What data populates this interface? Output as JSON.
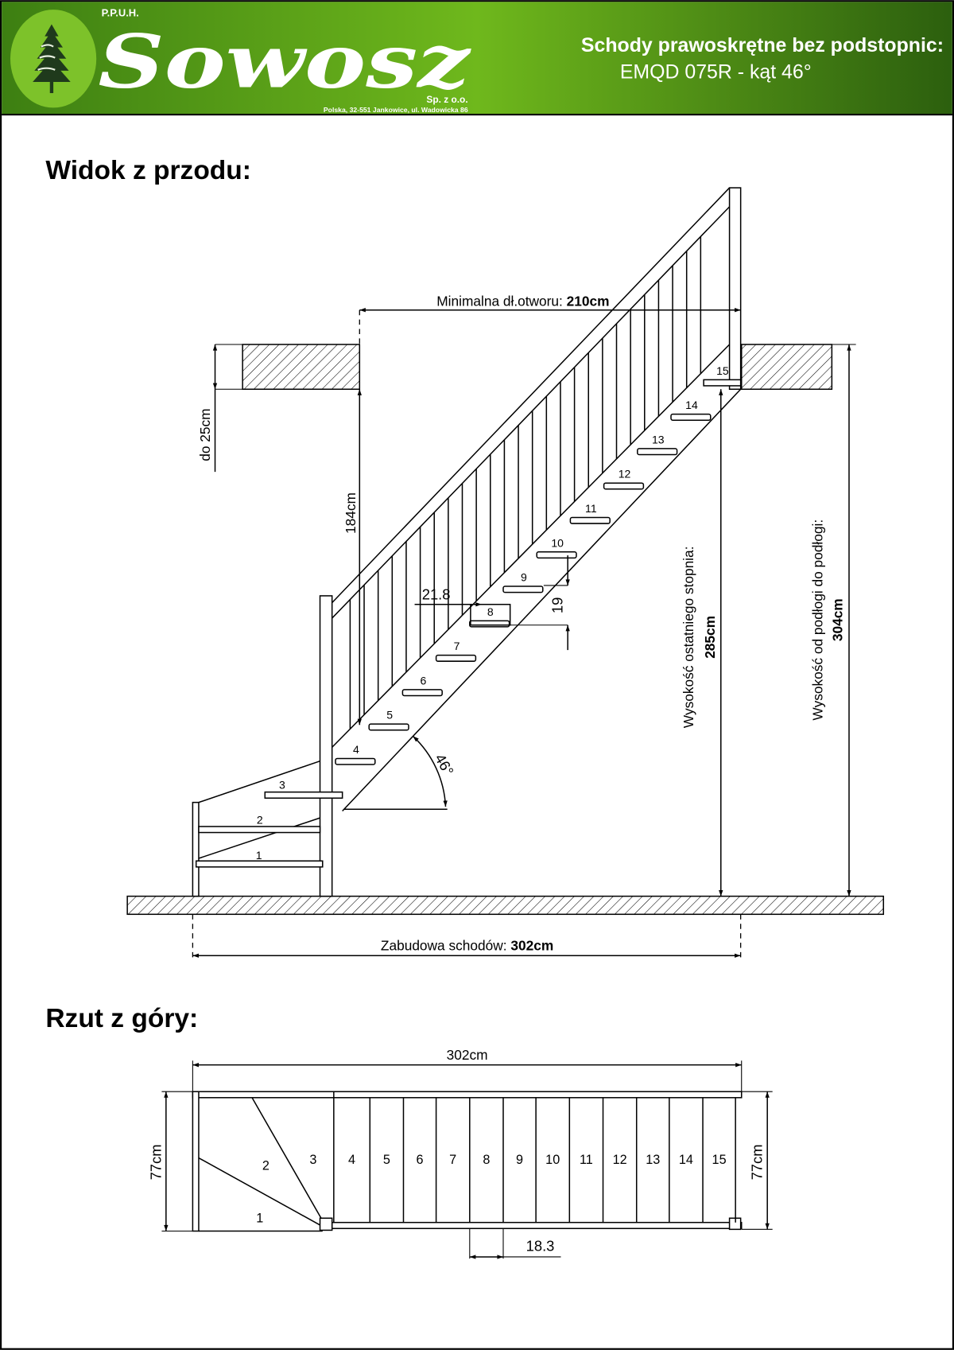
{
  "header": {
    "company_prefix": "P.P.U.H.",
    "company_name": "Sowosz",
    "company_suffix": "Sp. z o.o.",
    "address": "Polska, 32-551 Jankowice, ul. Wadowicka 86",
    "title": "Schody prawoskrętne bez podstopnic:",
    "subtitle": "EMQD 075R - kąt 46°",
    "colors": {
      "dark_green": "#2f6a12",
      "light_green": "#7cc524",
      "logo_circle": "#7dc22a",
      "tree": "#1f3a1c"
    }
  },
  "front_view": {
    "heading": "Widok z przodu:",
    "step_numbers": [
      "1",
      "2",
      "3",
      "4",
      "5",
      "6",
      "7",
      "8",
      "9",
      "10",
      "11",
      "12",
      "13",
      "14",
      "15"
    ],
    "opening_label": "Minimalna dł.otworu: ",
    "opening_value": "210cm",
    "ceiling_thickness": "do 25cm",
    "headroom": "184cm",
    "tread_depth": "21.8",
    "riser_height": "19",
    "angle": "46°",
    "last_step_label": "Wysokość ostatniego stopnia:",
    "last_step_value": "285cm",
    "floor_to_floor_label": "Wysokość od podłogi do podłogi:",
    "floor_to_floor_value": "304cm",
    "footprint_label": "Zabudowa schodów: ",
    "footprint_value": "302cm"
  },
  "top_view": {
    "heading": "Rzut z góry:",
    "length": "302cm",
    "width_left": "77cm",
    "width_right": "77cm",
    "tread_width": "18.3",
    "step_numbers": [
      "1",
      "2",
      "3",
      "4",
      "5",
      "6",
      "7",
      "8",
      "9",
      "10",
      "11",
      "12",
      "13",
      "14",
      "15"
    ]
  }
}
